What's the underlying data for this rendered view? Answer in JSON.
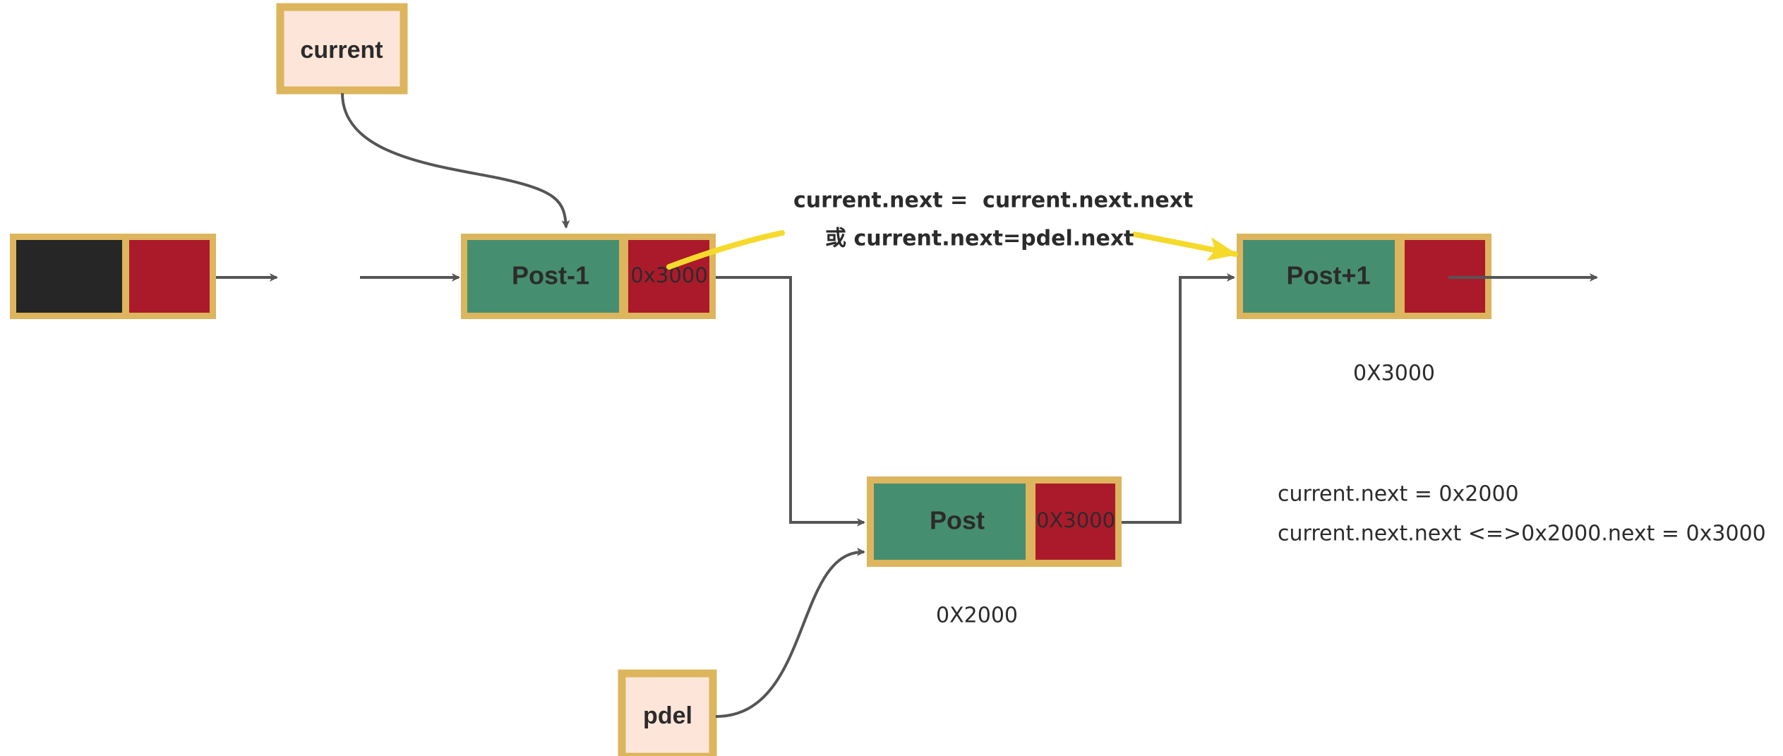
{
  "colors": {
    "border": "#dcb55d",
    "pointer_fill": "#fde6d9",
    "data_fill": "#468e70",
    "next_fill": "#ab1a2b",
    "dark_fill": "#262626",
    "arrow": "#555555",
    "highlight_arrow": "#f5da2b"
  },
  "pointers": {
    "current": "current",
    "pdel": "pdel"
  },
  "nodes": {
    "post_minus_1": {
      "label": "Post-1",
      "next_value": "0x3000"
    },
    "post": {
      "label": "Post",
      "next_value": "0X3000",
      "address": "0X2000"
    },
    "post_plus_1": {
      "label": "Post+1",
      "address": "0X3000"
    }
  },
  "notes": {
    "assign_line1": "current.next =  current.next.next",
    "assign_line2": "或 current.next=pdel.next",
    "explain_line1": "current.next = 0x2000",
    "explain_line2": "current.next.next <=>0x2000.next = 0x3000"
  }
}
